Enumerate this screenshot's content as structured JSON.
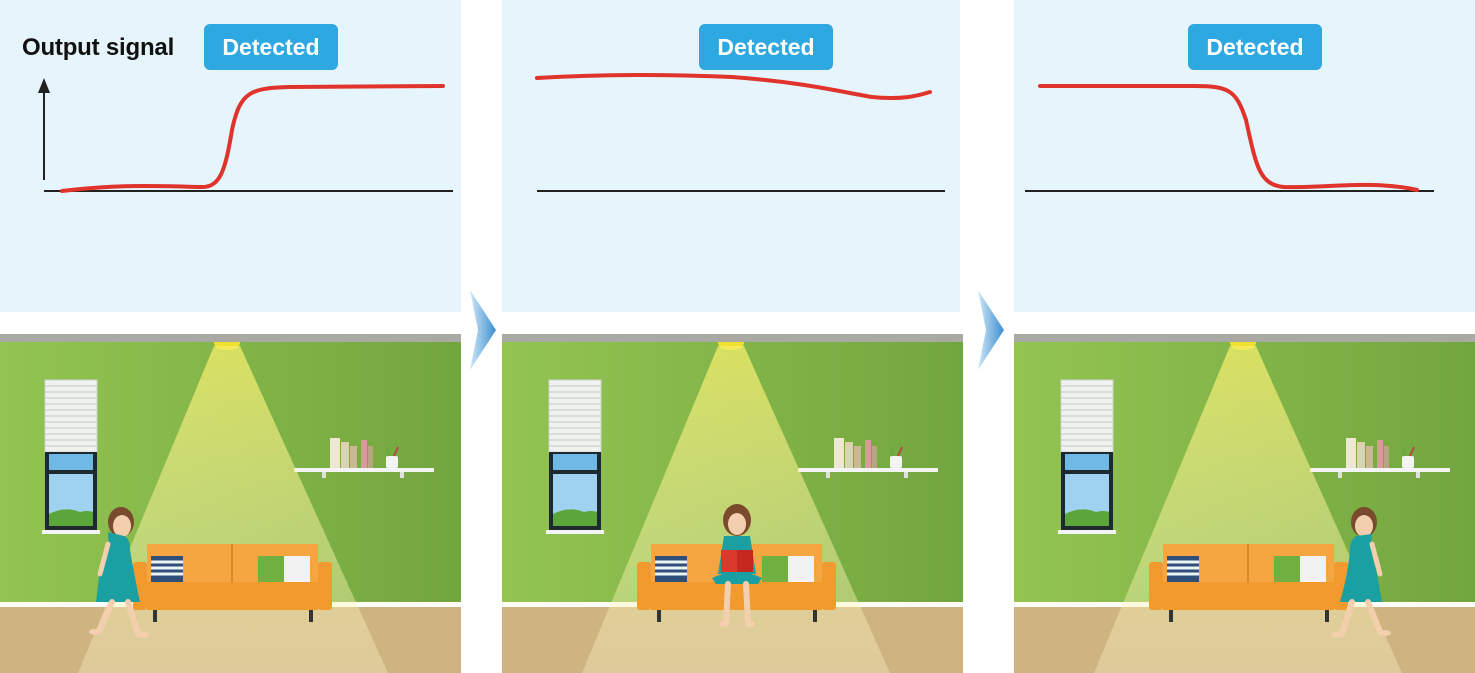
{
  "y_axis_label": "Output signal",
  "panels": [
    {
      "badge_label": "Detected",
      "signal": "rising",
      "person": "walking-left"
    },
    {
      "badge_label": "Detected",
      "signal": "steady-high",
      "person": "sitting-reading"
    },
    {
      "badge_label": "Detected",
      "signal": "falling",
      "person": "walking-right"
    }
  ],
  "icons": {
    "flow_arrow": "chevron-right-icon"
  },
  "colors": {
    "graph_background": "#e6f4fc",
    "badge": "#2ea8e0",
    "signal_line": "#e0332b",
    "wall": "#8cc04e",
    "floor": "#cfb482",
    "sofa": "#f29a2e",
    "light_cone": "#f5ee6a",
    "arrow": "#4b9fd6"
  }
}
